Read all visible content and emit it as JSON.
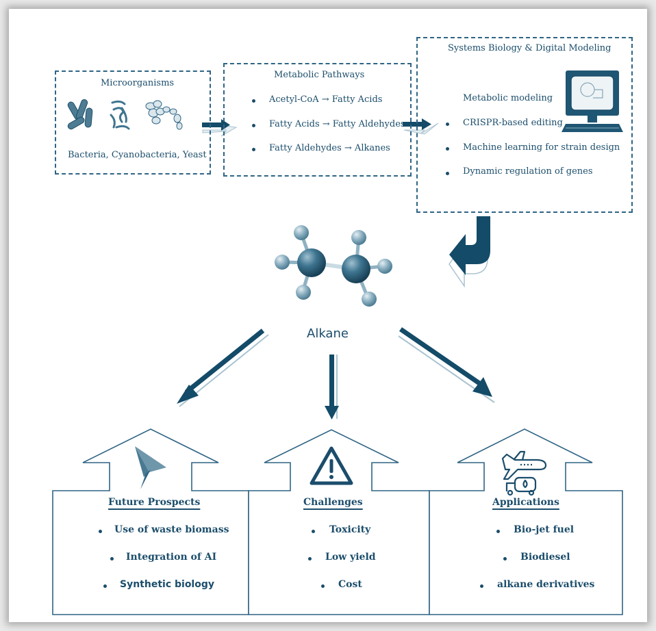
{
  "diagram": {
    "colors": {
      "primary": "#134b68",
      "accent": "#2f6483",
      "light": "#a9c3d0"
    },
    "microorganisms": {
      "title": "Microorganisms",
      "icon": "microbes-icon",
      "caption": "Bacteria, Cyanobacteria, Yeast"
    },
    "pathways": {
      "title": "Metabolic Pathways",
      "items": [
        "Acetyl-CoA → Fatty Acids",
        "Fatty Acids → Fatty Aldehydes",
        "Fatty Aldehydes → Alkanes"
      ]
    },
    "systems": {
      "title": "Systems Biology & Digital Modeling",
      "icon": "computer-icon",
      "items": [
        "Metabolic modeling",
        "CRISPR-based editing",
        "Machine learning for strain design",
        "Dynamic regulation of genes"
      ]
    },
    "center": {
      "label": "Alkane",
      "icon": "ethane-molecule-icon"
    },
    "outcomes": [
      {
        "title": "Future Prospects",
        "icon": "arrow-pointer-icon",
        "items": [
          "Use of waste biomass",
          "Integration of AI",
          "Synthetic biology"
        ]
      },
      {
        "title": "Challenges",
        "icon": "warning-icon",
        "items": [
          "Toxicity",
          "Low yield",
          "Cost"
        ]
      },
      {
        "title": "Applications",
        "icon": "plane-truck-fuel-icon",
        "items": [
          "Bio-jet fuel",
          "Biodiesel",
          "alkane derivatives"
        ]
      }
    ]
  }
}
